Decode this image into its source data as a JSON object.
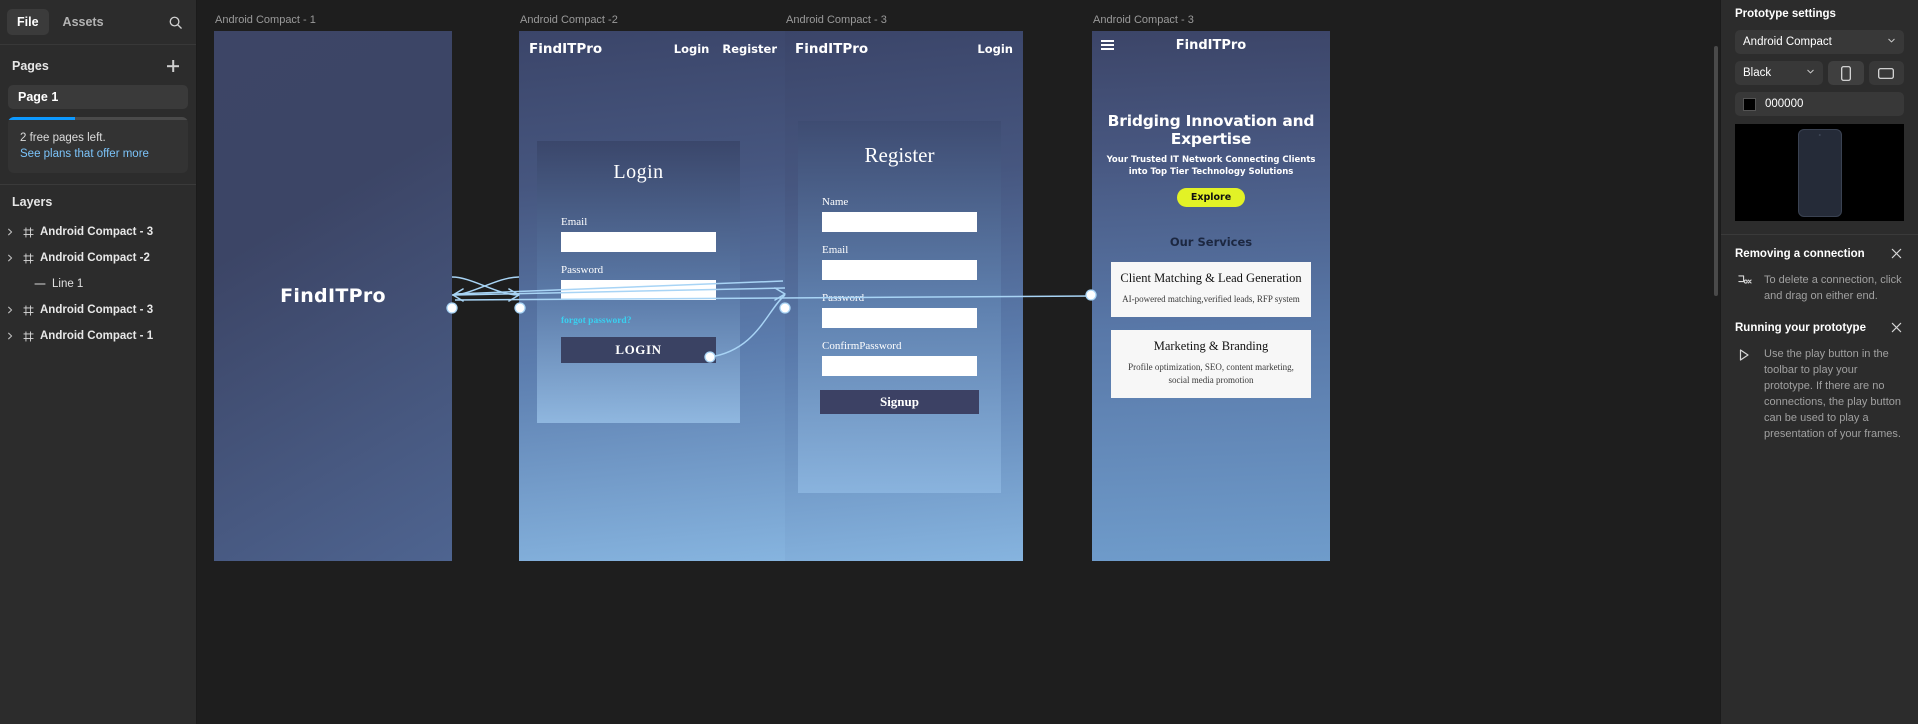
{
  "sidebar": {
    "tabs": [
      {
        "label": "File",
        "active": true
      },
      {
        "label": "Assets",
        "active": false
      }
    ],
    "search_icon": "search-icon",
    "pages_title": "Pages",
    "add_page_icon": "plus-icon",
    "pages": [
      {
        "label": "Page 1",
        "selected": true
      }
    ],
    "promo": {
      "line1": "2 free pages left.",
      "line2": "See plans that offer more",
      "progress_percent": 37,
      "progress_color": "#0d99ff"
    },
    "layers_title": "Layers",
    "layers": [
      {
        "label": "Android Compact - 3",
        "type": "frame",
        "expandable": true
      },
      {
        "label": "Android Compact -2",
        "type": "frame",
        "expandable": true
      },
      {
        "label": "Line 1",
        "type": "line",
        "expandable": false
      },
      {
        "label": "Android Compact - 3",
        "type": "frame",
        "expandable": true
      },
      {
        "label": "Android Compact - 1",
        "type": "frame",
        "expandable": true
      }
    ]
  },
  "canvas": {
    "frames": [
      {
        "label": "Android Compact - 1",
        "kind": "splash",
        "logo": "FindITPro"
      },
      {
        "label": "Android Compact -2",
        "kind": "login",
        "brand": "FindITPro",
        "nav": [
          "Login",
          "Register"
        ],
        "card_title": "Login",
        "fields": [
          {
            "label": "Email",
            "value": ""
          },
          {
            "label": "Password",
            "value": ""
          }
        ],
        "forgot": "forgot password?",
        "submit": "LOGIN"
      },
      {
        "label": "Android Compact - 3",
        "kind": "register",
        "brand": "FindITPro",
        "nav": [
          "Login"
        ],
        "card_title": "Register",
        "fields": [
          {
            "label": "Name",
            "value": ""
          },
          {
            "label": "Email",
            "value": ""
          },
          {
            "label": "Password",
            "value": ""
          },
          {
            "label": "ConfirmPassword",
            "value": ""
          }
        ],
        "submit": "Signup"
      },
      {
        "label": "Android Compact - 3",
        "kind": "landing",
        "menu_icon": "hamburger-icon",
        "brand": "FindITPro",
        "hero_title": "Bridging Innovation and Expertise",
        "hero_subtitle": "Your Trusted IT Network Connecting Clients into Top Tier  Technology Solutions",
        "cta": "Explore",
        "cta_color": "#e2f226",
        "services_heading": "Our Services",
        "services": [
          {
            "title": "Client Matching & Lead Generation",
            "body": "AI-powered matching,verified leads, RFP system"
          },
          {
            "title": "Marketing & Branding",
            "body": "Profile optimization, SEO, content marketing, social media promotion"
          }
        ]
      }
    ],
    "connector_color": "#a8d4f5"
  },
  "right_panel": {
    "title": "Prototype settings",
    "device_select": {
      "value": "Android Compact",
      "chevron": "chevron-down-icon"
    },
    "theme_select": {
      "value": "Black",
      "chevron": "chevron-down-icon"
    },
    "orientation": [
      {
        "name": "portrait",
        "active": true
      },
      {
        "name": "landscape",
        "active": false
      }
    ],
    "background": {
      "hex": "000000",
      "swatch": "#000000"
    },
    "tips": [
      {
        "heading": "Removing a connection",
        "icon": "remove-connection-icon",
        "close_icon": "close-icon",
        "text": "To delete a connection, click and drag on either end."
      },
      {
        "heading": "Running your prototype",
        "icon": "play-icon",
        "close_icon": "close-icon",
        "text": "Use the play button in the toolbar to play your prototype. If there are no connections, the play button can be used to play a presentation of your frames."
      }
    ]
  }
}
